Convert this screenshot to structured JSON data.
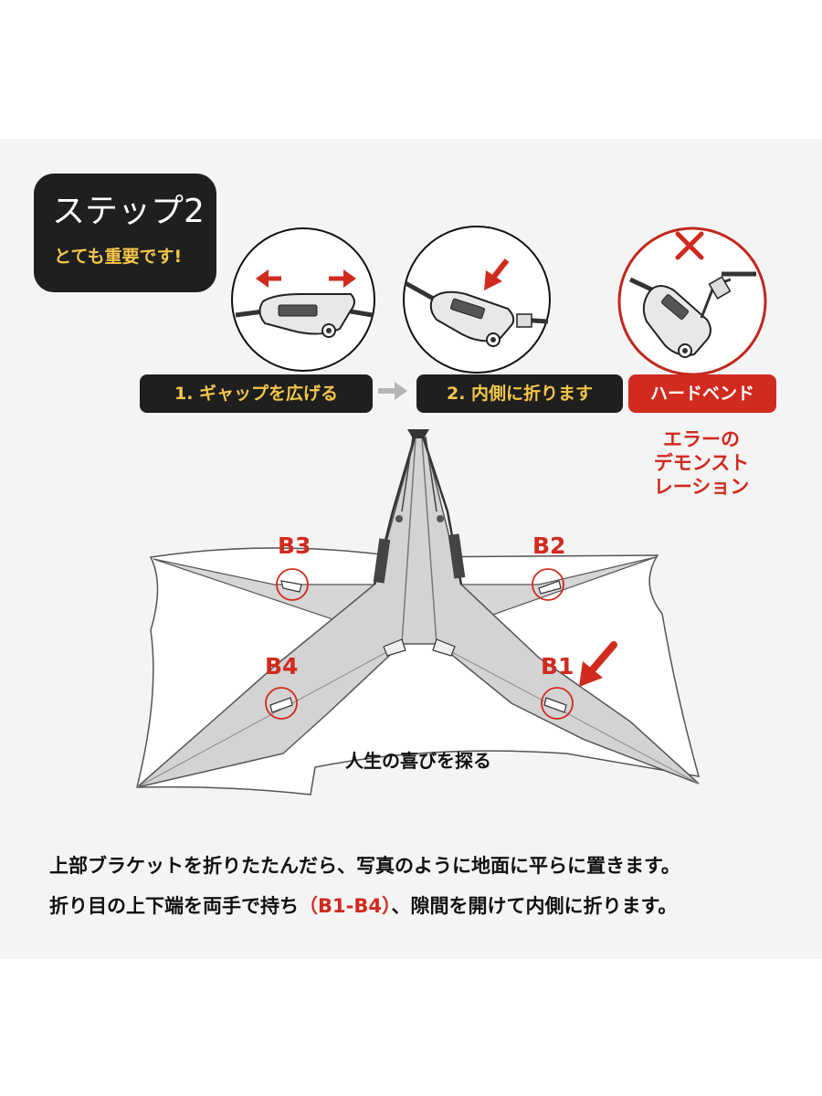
{
  "step": {
    "title": "ステップ2",
    "subtitle": "とても重要です!"
  },
  "steps": [
    {
      "label": "1. ギャップを広げる"
    },
    {
      "label": "2. 内側に折ります"
    }
  ],
  "error_example": {
    "label": "ハードベンド",
    "note_lines": [
      "エラーの",
      "デモンスト",
      "レーション"
    ]
  },
  "brackets": [
    "B1",
    "B2",
    "B3",
    "B4"
  ],
  "center_caption": "人生の喜びを探る",
  "description": {
    "line1": "上部ブラケットを折りたたんだら、写真のように地面に平らに置きます。",
    "line2_before": "折り目の上下端を両手で持ち",
    "line2_highlight": "（B1-B4）",
    "line2_after": "、隙間を開けて内側に折ります。"
  },
  "icons": [
    "arrow-left-icon",
    "arrow-right-icon",
    "arrow-down-left-icon",
    "cross-mark-icon",
    "gray-arrow-right-icon",
    "red-pointer-arrow-icon"
  ],
  "colors": {
    "accent_red": "#d12a1f",
    "label_dark": "#1f1f1f",
    "label_yellow": "#f3c74a",
    "panel_bg": "#f4f4f4"
  }
}
